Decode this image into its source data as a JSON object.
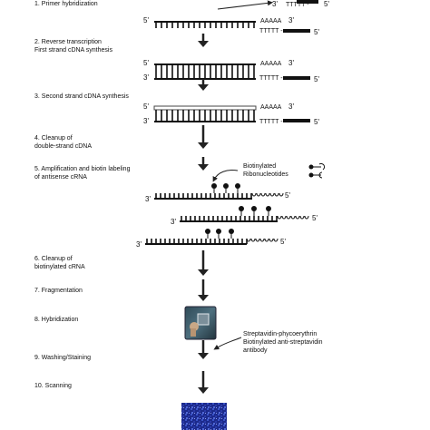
{
  "steps": [
    {
      "line1": "1. Primer hybridization",
      "line2": ""
    },
    {
      "line1": "2. Reverse transcription",
      "line2": "First strand cDNA synthesis"
    },
    {
      "line1": "3. Second strand cDNA synthesis",
      "line2": ""
    },
    {
      "line1": "4. Cleanup of",
      "line2": "double-strand cDNA"
    },
    {
      "line1": "5. Amplification and biotin labeling",
      "line2": "of antisense cRNA"
    },
    {
      "line1": "6. Cleanup of",
      "line2": "biotinylated cRNA"
    },
    {
      "line1": "7. Fragmentation",
      "line2": ""
    },
    {
      "line1": "8. Hybridization",
      "line2": ""
    },
    {
      "line1": "9. Washing/Staining",
      "line2": ""
    },
    {
      "line1": "10. Scanning",
      "line2": ""
    }
  ],
  "labels": {
    "five_prime": "5'",
    "three_prime": "3'",
    "poly_a": "AAAAA",
    "poly_t": "TTTTT -"
  },
  "annotations": {
    "biotin_line1": "Biotinylated",
    "biotin_line2": "Ribonucleotides",
    "stain_line1": "Streptavidin-phycoerythrin",
    "stain_line2": "Biotinylated anti-streptavidin",
    "stain_line3": "antibody"
  }
}
